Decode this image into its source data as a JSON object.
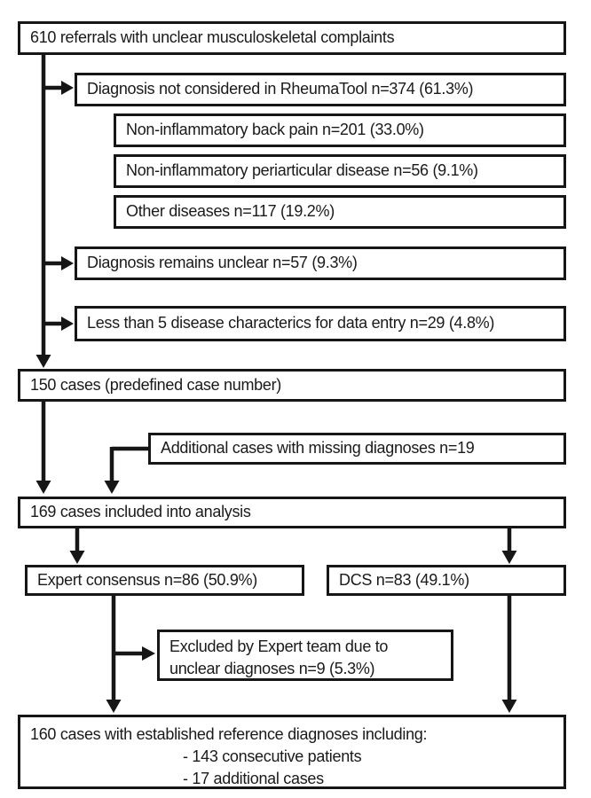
{
  "flowchart": {
    "colors": {
      "border": "#161616",
      "text": "#1a1a1a",
      "background": "#ffffff"
    },
    "nodes": {
      "referrals": {
        "label": "610 referrals with unclear musculoskeletal complaints"
      },
      "not_considered": {
        "label": "Diagnosis not considered in RheumaTool n=374 (61.3%)"
      },
      "back_pain": {
        "label": "Non-inflammatory back pain n=201 (33.0%)"
      },
      "periarticular": {
        "label": "Non-inflammatory periarticular disease n=56 (9.1%)"
      },
      "other_diseases": {
        "label": "Other diseases n=117 (19.2%)"
      },
      "remains_unclear": {
        "label": "Diagnosis remains unclear n=57 (9.3%)"
      },
      "less_than_5": {
        "label": "Less than 5 disease characterics for data entry n=29 (4.8%)"
      },
      "cases_150": {
        "label": "150 cases (predefined case number)"
      },
      "additional_cases": {
        "label": "Additional cases with missing diagnoses n=19"
      },
      "cases_169": {
        "label": "169 cases included into analysis"
      },
      "expert_consensus": {
        "label": "Expert consensus n=86 (50.9%)"
      },
      "dcs": {
        "label": "DCS n=83 (49.1%)"
      },
      "excluded": {
        "lines": [
          "Excluded by Expert team due to",
          "unclear diagnoses n=9 (5.3%)"
        ]
      },
      "final": {
        "lines": [
          "160 cases with established reference diagnoses including:",
          "- 143 consecutive patients",
          "- 17 additional cases"
        ]
      }
    }
  }
}
